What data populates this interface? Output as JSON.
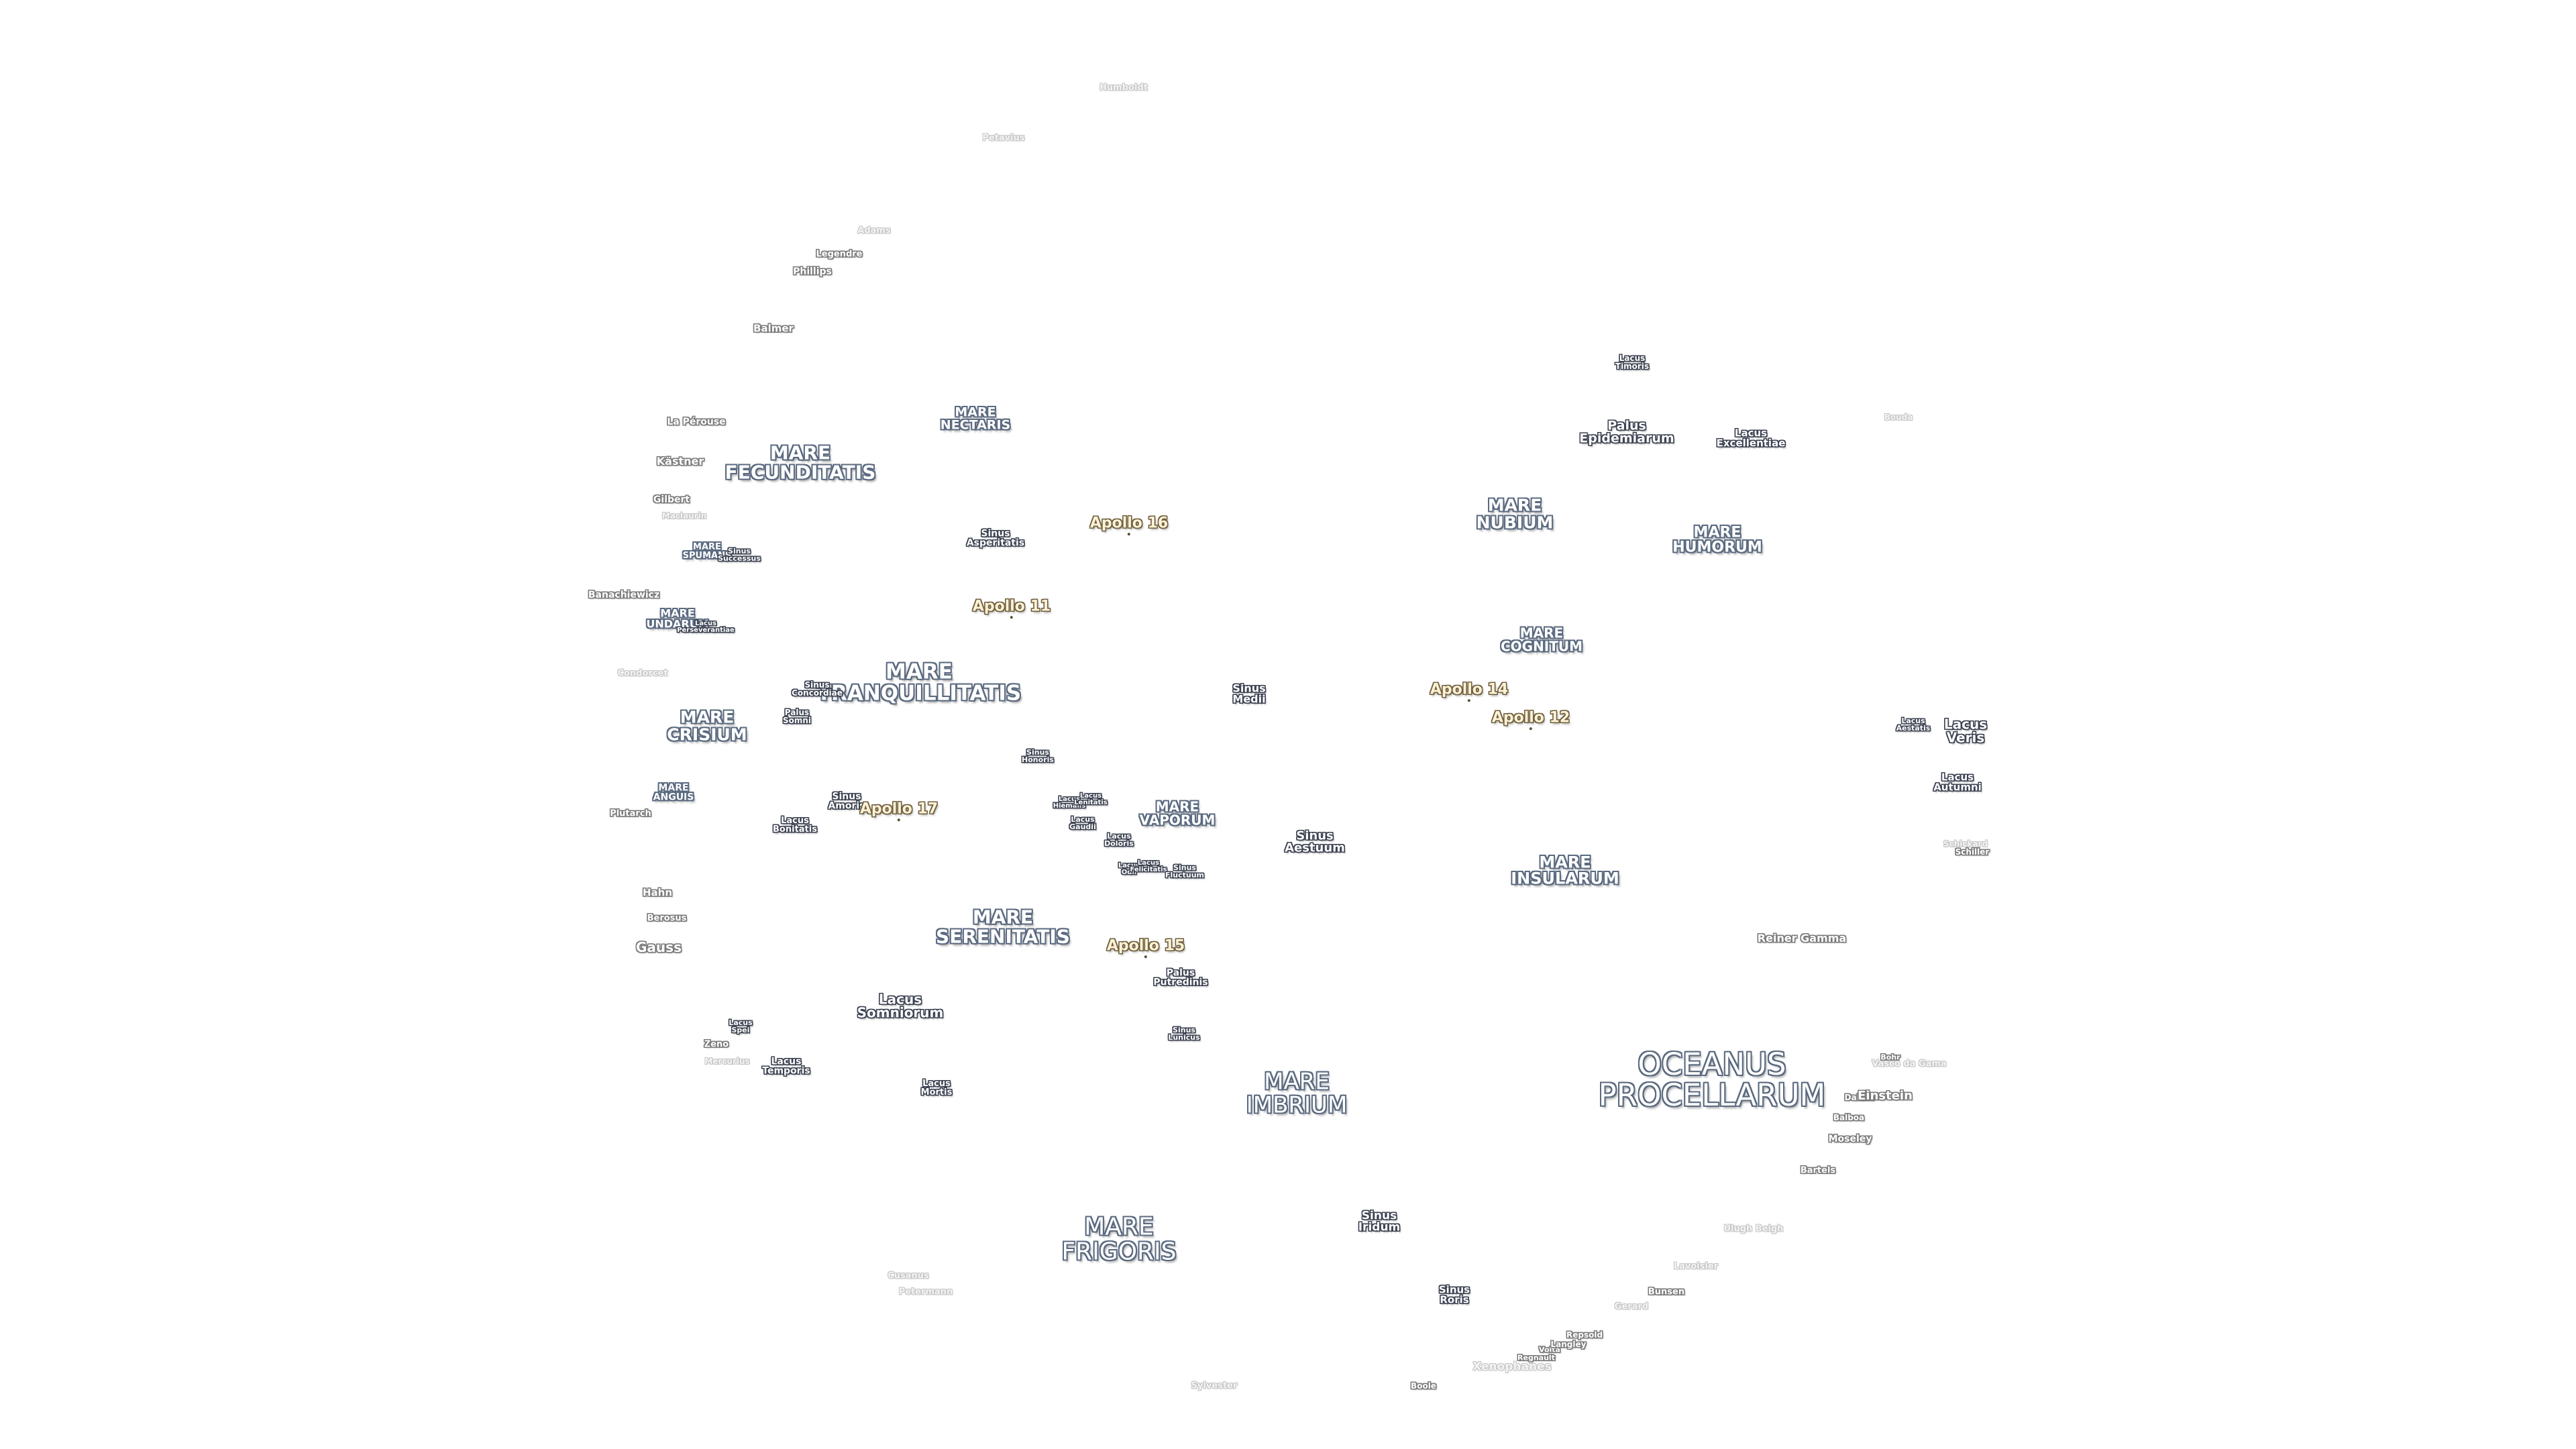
{
  "map": {
    "maria": [
      {
        "id": "mare-fecunditatis",
        "lines": [
          "MARE",
          "FECUNDITATIS"
        ]
      },
      {
        "id": "mare-nectaris",
        "lines": [
          "MARE",
          "NECTARIS"
        ]
      },
      {
        "id": "mare-nubium",
        "lines": [
          "MARE",
          "NUBIUM"
        ]
      },
      {
        "id": "mare-humorum",
        "lines": [
          "MARE",
          "HUMORUM"
        ]
      },
      {
        "id": "mare-spumans",
        "lines": [
          "MARE",
          "SPUMANS"
        ]
      },
      {
        "id": "mare-undarum",
        "lines": [
          "MARE",
          "UNDARUM"
        ]
      },
      {
        "id": "mare-tranquillitatis",
        "lines": [
          "MARE",
          "TRANQUILLITATIS"
        ]
      },
      {
        "id": "mare-cognitum",
        "lines": [
          "MARE",
          "COGNITUM"
        ]
      },
      {
        "id": "mare-crisium",
        "lines": [
          "MARE",
          "CRISIUM"
        ]
      },
      {
        "id": "mare-anguis",
        "lines": [
          "MARE",
          "ANGUIS"
        ]
      },
      {
        "id": "mare-vaporum",
        "lines": [
          "MARE",
          "VAPORUM"
        ]
      },
      {
        "id": "mare-insularum",
        "lines": [
          "MARE",
          "INSULARUM"
        ]
      },
      {
        "id": "mare-serenitatis",
        "lines": [
          "MARE",
          "SERENITATIS"
        ]
      },
      {
        "id": "mare-imbrium",
        "lines": [
          "MARE",
          "IMBRIUM"
        ]
      },
      {
        "id": "oceanus-procellarum",
        "lines": [
          "OCEANUS",
          "PROCELLARUM"
        ]
      },
      {
        "id": "mare-frigoris",
        "lines": [
          "MARE",
          "FRIGORIS"
        ]
      }
    ],
    "features": [
      {
        "id": "lacus-timoris",
        "lines": [
          "Lacus",
          "Timoris"
        ]
      },
      {
        "id": "palus-epidemiarum",
        "lines": [
          "Palus",
          "Epidemiarum"
        ]
      },
      {
        "id": "lacus-excellentiae",
        "lines": [
          "Lacus",
          "Excellentiae"
        ]
      },
      {
        "id": "sinus-asperitatis",
        "lines": [
          "Sinus",
          "Asperitatis"
        ]
      },
      {
        "id": "sinus-successus",
        "lines": [
          "Sinus",
          "Successus"
        ]
      },
      {
        "id": "lacus-perseverantiae",
        "lines": [
          "Lacus",
          "Perseverantiae"
        ]
      },
      {
        "id": "sinus-concordiae",
        "lines": [
          "Sinus",
          "Concordiae"
        ]
      },
      {
        "id": "palus-somni",
        "lines": [
          "Palus",
          "Somni"
        ]
      },
      {
        "id": "sinus-medii",
        "lines": [
          "Sinus",
          "Medii"
        ]
      },
      {
        "id": "lacus-autumni-small",
        "lines": [
          "Lacus",
          "Aestatis"
        ]
      },
      {
        "id": "lacus-veris",
        "lines": [
          "Lacus",
          "Veris"
        ]
      },
      {
        "id": "lacus-autumni",
        "lines": [
          "Lacus",
          "Autumni"
        ]
      },
      {
        "id": "sinus-honoris",
        "lines": [
          "Sinus",
          "Honoris"
        ]
      },
      {
        "id": "sinus-amoris",
        "lines": [
          "Sinus",
          "Amoris"
        ]
      },
      {
        "id": "lacus-bonitatis",
        "lines": [
          "Lacus",
          "Bonitatis"
        ]
      },
      {
        "id": "lacus-hiemalis",
        "lines": [
          "Lacus",
          "Hiemalis"
        ]
      },
      {
        "id": "lacus-lenitatis",
        "lines": [
          "Lacus",
          "Lenitatis"
        ]
      },
      {
        "id": "lacus-gaudii",
        "lines": [
          "Lacus",
          "Gaudii"
        ]
      },
      {
        "id": "lacus-doloris",
        "lines": [
          "Lacus",
          "Doloris"
        ]
      },
      {
        "id": "sinus-aestuum",
        "lines": [
          "Sinus",
          "Aestuum"
        ]
      },
      {
        "id": "lacus-odii",
        "lines": [
          "Lacus",
          "Odii"
        ]
      },
      {
        "id": "lacus-felicitatis",
        "lines": [
          "Lacus",
          "Felicitatis"
        ]
      },
      {
        "id": "sinus-fluctuum",
        "lines": [
          "Sinus",
          "Fluctuum"
        ]
      },
      {
        "id": "palus-putredinis",
        "lines": [
          "Palus",
          "Putredinis"
        ]
      },
      {
        "id": "lacus-somniorum",
        "lines": [
          "Lacus",
          "Somniorum"
        ]
      },
      {
        "id": "lacus-spei",
        "lines": [
          "Lacus",
          "Spei"
        ]
      },
      {
        "id": "sinus-lunicus",
        "lines": [
          "Sinus",
          "Lunicus"
        ]
      },
      {
        "id": "lacus-temporis",
        "lines": [
          "Lacus",
          "Temporis"
        ]
      },
      {
        "id": "lacus-mortis",
        "lines": [
          "Lacus",
          "Mortis"
        ]
      },
      {
        "id": "sinus-iridum",
        "lines": [
          "Sinus",
          "Iridum"
        ]
      },
      {
        "id": "sinus-roris",
        "lines": [
          "Sinus",
          "Roris"
        ]
      }
    ],
    "apollo_sites": [
      {
        "id": "apollo-16",
        "label": "Apollo 16"
      },
      {
        "id": "apollo-11",
        "label": "Apollo 11"
      },
      {
        "id": "apollo-14",
        "label": "Apollo 14"
      },
      {
        "id": "apollo-12",
        "label": "Apollo 12"
      },
      {
        "id": "apollo-17",
        "label": "Apollo 17"
      },
      {
        "id": "apollo-15",
        "label": "Apollo 15"
      }
    ],
    "craters": [
      {
        "id": "humboldt",
        "label": "Humboldt",
        "faint": true
      },
      {
        "id": "petavius",
        "label": "Petavius",
        "faint": true
      },
      {
        "id": "adams",
        "label": "Adams",
        "faint": true
      },
      {
        "id": "legendre",
        "label": "Legendre",
        "faint": false
      },
      {
        "id": "phillips",
        "label": "Phillips",
        "faint": false
      },
      {
        "id": "balmer",
        "label": "Balmer",
        "faint": false
      },
      {
        "id": "la-perouse",
        "label": "La Pérouse",
        "faint": false
      },
      {
        "id": "kastner",
        "label": "Kästner",
        "faint": false
      },
      {
        "id": "gilbert",
        "label": "Gilbert",
        "faint": false
      },
      {
        "id": "maclaurin",
        "label": "Maclaurin",
        "faint": true
      },
      {
        "id": "banachiewicz",
        "label": "Banachiewicz",
        "faint": false
      },
      {
        "id": "condorcet",
        "label": "Condorcet",
        "faint": true
      },
      {
        "id": "plutarch",
        "label": "Plutarch",
        "faint": false
      },
      {
        "id": "hahn",
        "label": "Hahn",
        "faint": false
      },
      {
        "id": "berosus",
        "label": "Berosus",
        "faint": false
      },
      {
        "id": "gauss",
        "label": "Gauss",
        "faint": false
      },
      {
        "id": "zeno",
        "label": "Zeno",
        "faint": false
      },
      {
        "id": "mercurius",
        "label": "Mercurius",
        "faint": true
      },
      {
        "id": "cusanus",
        "label": "Cusanus",
        "faint": true
      },
      {
        "id": "petermann",
        "label": "Petermann",
        "faint": true
      },
      {
        "id": "sylvester",
        "label": "Sylvester",
        "faint": true
      },
      {
        "id": "bosch",
        "label": "Boole",
        "faint": false
      },
      {
        "id": "xenophanes",
        "label": "Xenophanes",
        "faint": true
      },
      {
        "id": "regnault",
        "label": "Regnault",
        "faint": false
      },
      {
        "id": "volta",
        "label": "Volta",
        "faint": false
      },
      {
        "id": "langley",
        "label": "Langley",
        "faint": false
      },
      {
        "id": "repsold",
        "label": "Repsold",
        "faint": false
      },
      {
        "id": "gerard",
        "label": "Gerard",
        "faint": true
      },
      {
        "id": "bunsen",
        "label": "Bunsen",
        "faint": false
      },
      {
        "id": "lavoisier",
        "label": "Lavoisier",
        "faint": true
      },
      {
        "id": "ulugh-beigh",
        "label": "Ulugh Beigh",
        "faint": true
      },
      {
        "id": "bartels",
        "label": "Bartels",
        "faint": false
      },
      {
        "id": "moseley",
        "label": "Moseley",
        "faint": false
      },
      {
        "id": "balboa",
        "label": "Balboa",
        "faint": false
      },
      {
        "id": "dalton",
        "label": "Dalton",
        "faint": false
      },
      {
        "id": "einstein",
        "label": "Einstein",
        "faint": false
      },
      {
        "id": "bohr",
        "label": "Bohr",
        "faint": false
      },
      {
        "id": "vasco-da-gama",
        "label": "Vasco da Gama",
        "faint": true
      },
      {
        "id": "reiner-gamma",
        "label": "Reiner Gamma",
        "faint": false
      },
      {
        "id": "schickard",
        "label": "Schickard",
        "faint": true
      },
      {
        "id": "schiller",
        "label": "Schiller",
        "faint": false
      },
      {
        "id": "bouda",
        "label": "Bouda",
        "faint": true
      }
    ]
  }
}
